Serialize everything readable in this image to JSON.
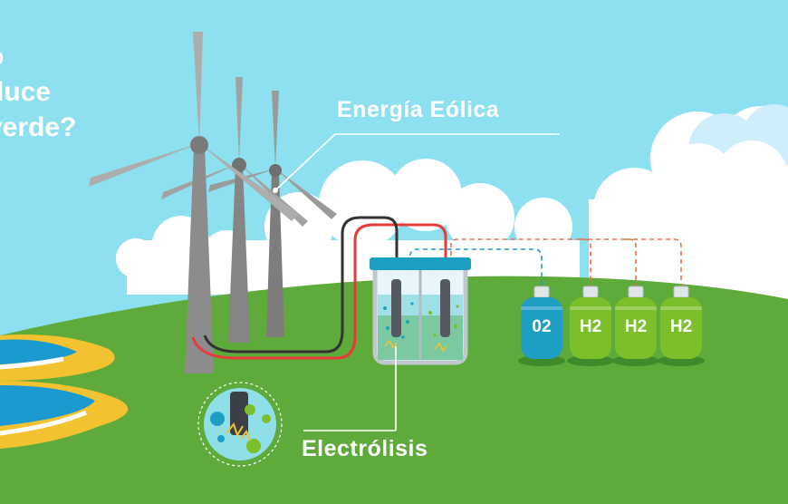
{
  "title_lines": [
    "o",
    "duce",
    "verde?"
  ],
  "labels": {
    "wind": "Energía Eólica",
    "electrolysis": "Electrólisis"
  },
  "tanks": [
    {
      "label": "02",
      "color": "#1f9ec4"
    },
    {
      "label": "H2",
      "color": "#7bbf2a"
    },
    {
      "label": "H2",
      "color": "#7bbf2a"
    },
    {
      "label": "H2",
      "color": "#7bbf2a"
    }
  ],
  "colors": {
    "sky": "#8de0f0",
    "grass": "#5eaa3a",
    "sand": "#f2c230",
    "water": "#1b9ad0",
    "turbine": "#8c8c8c",
    "cloud": "#ffffff",
    "wire_red": "#e73a3a",
    "wire_black": "#333333",
    "dashed_o2": "#1f9ec4",
    "dashed_h2": "#e8704a"
  }
}
